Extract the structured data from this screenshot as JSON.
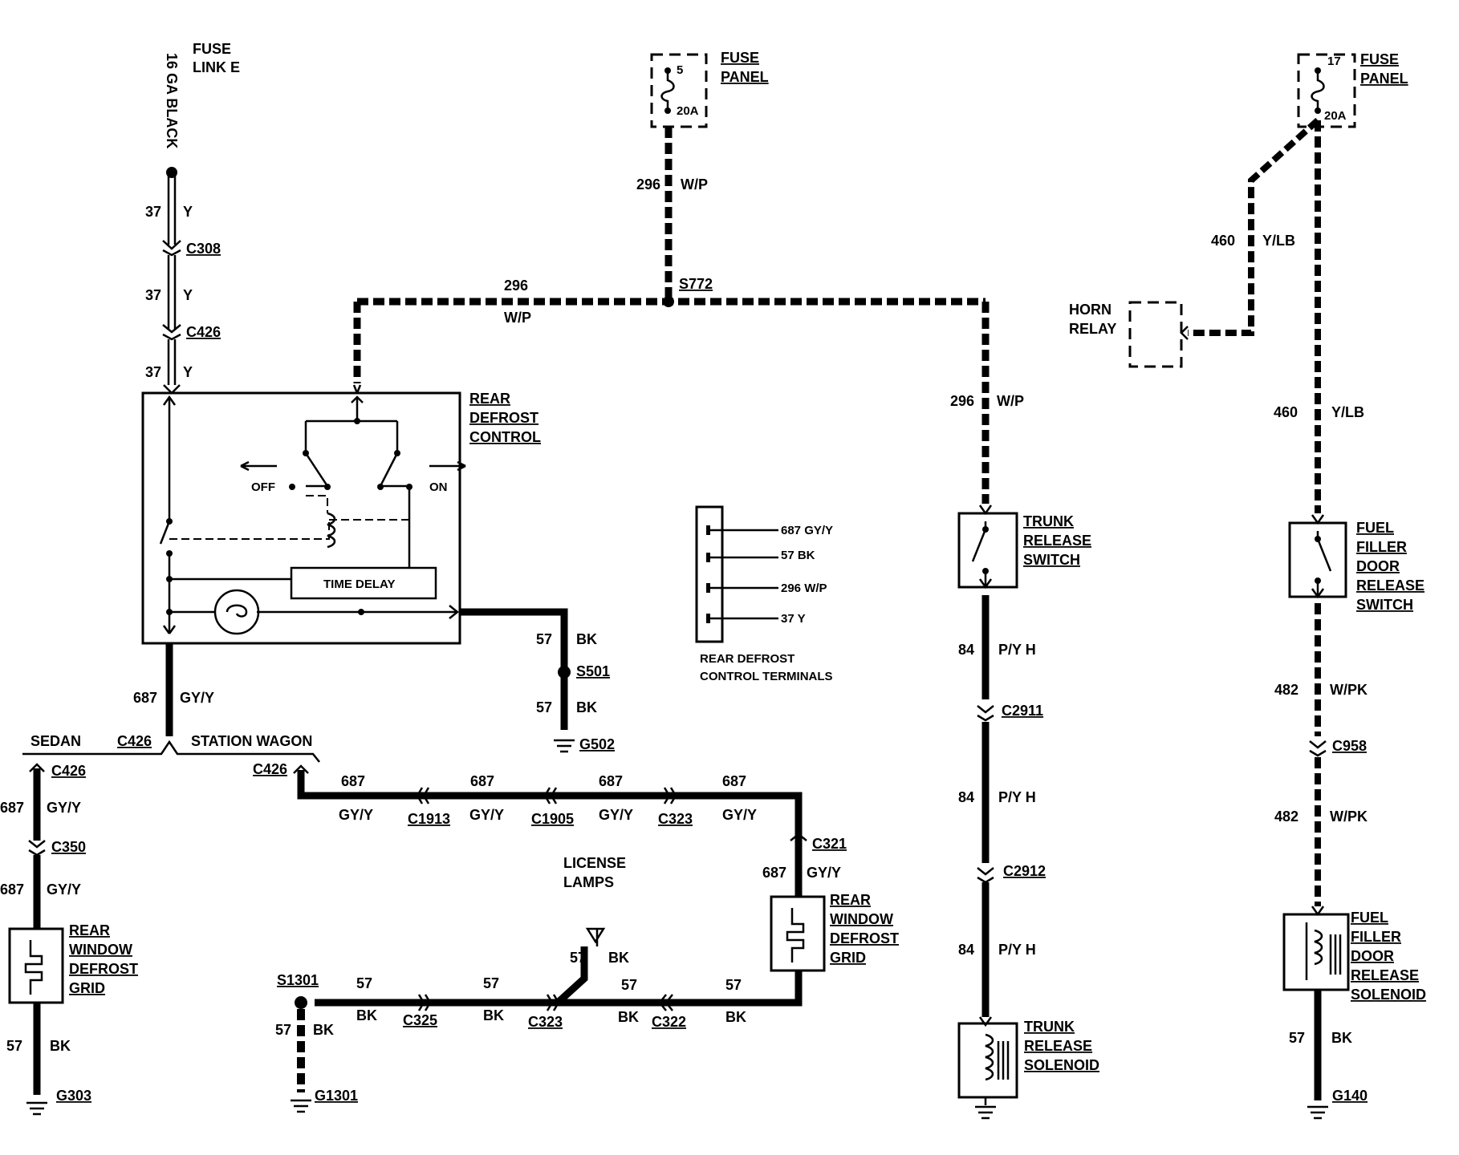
{
  "fuse_link": {
    "label1": "FUSE",
    "label2": "LINK E",
    "gauge": "16 GA BLACK"
  },
  "fuse_panel_left": {
    "label1": "FUSE",
    "label2": "PANEL",
    "fuse_no": "5",
    "rating": "20A"
  },
  "fuse_panel_right": {
    "label1": "FUSE",
    "label2": "PANEL",
    "fuse_no": "17",
    "rating": "20A"
  },
  "wire_37": {
    "circuit": "37",
    "color": "Y"
  },
  "connectors": {
    "c308": "C308",
    "c426": "C426",
    "c426_b": "C426",
    "c426_sedan": "C426",
    "c426_wagon": "C426",
    "c350": "C350",
    "c1913": "C1913",
    "c1905": "C1905",
    "c323": "C323",
    "c323_b": "C323",
    "c321": "C321",
    "c325": "C325",
    "c322": "C322",
    "c2911": "C2911",
    "c2912": "C2912",
    "c958": "C958"
  },
  "splices": {
    "s772": "S772",
    "s501": "S501",
    "s1301": "S1301"
  },
  "grounds": {
    "g502": "G502",
    "g303": "G303",
    "g1301": "G1301",
    "g140": "G140"
  },
  "wire_296": {
    "circuit": "296",
    "color": "W/P"
  },
  "rear_defrost_control": {
    "title1": "REAR",
    "title2": "DEFROST",
    "title3": "CONTROL",
    "off": "OFF",
    "on": "ON",
    "time_delay": "TIME DELAY"
  },
  "wire_57": {
    "circuit": "57",
    "color": "BK"
  },
  "wire_687": {
    "circuit": "687",
    "color": "GY/Y"
  },
  "body_styles": {
    "sedan": "SEDAN",
    "wagon": "STATION WAGON"
  },
  "terminals": {
    "t1": "687 GY/Y",
    "t2": "57 BK",
    "t3": "296 W/P",
    "t4": "37 Y",
    "caption1": "REAR DEFROST",
    "caption2": "CONTROL TERMINALS"
  },
  "grid_left": {
    "l1": "REAR",
    "l2": "WINDOW",
    "l3": "DEFROST",
    "l4": "GRID"
  },
  "grid_right": {
    "l1": "REAR",
    "l2": "WINDOW",
    "l3": "DEFROST",
    "l4": "GRID"
  },
  "license": {
    "l1": "LICENSE",
    "l2": "LAMPS"
  },
  "trunk_switch": {
    "l1": "TRUNK",
    "l2": "RELEASE",
    "l3": "SWITCH"
  },
  "trunk_solenoid": {
    "l1": "TRUNK",
    "l2": "RELEASE",
    "l3": "SOLENOID"
  },
  "wire_84": {
    "circuit": "84",
    "color": "P/Y H"
  },
  "horn_relay": {
    "l1": "HORN",
    "l2": "RELAY"
  },
  "wire_460": {
    "circuit": "460",
    "color": "Y/LB"
  },
  "fuel_switch": {
    "l1": "FUEL",
    "l2": "FILLER",
    "l3": "DOOR",
    "l4": "RELEASE",
    "l5": "SWITCH"
  },
  "fuel_solenoid": {
    "l1": "FUEL",
    "l2": "FILLER",
    "l3": "DOOR",
    "l4": "RELEASE",
    "l5": "SOLENOID"
  },
  "wire_482": {
    "circuit": "482",
    "color": "W/PK"
  }
}
